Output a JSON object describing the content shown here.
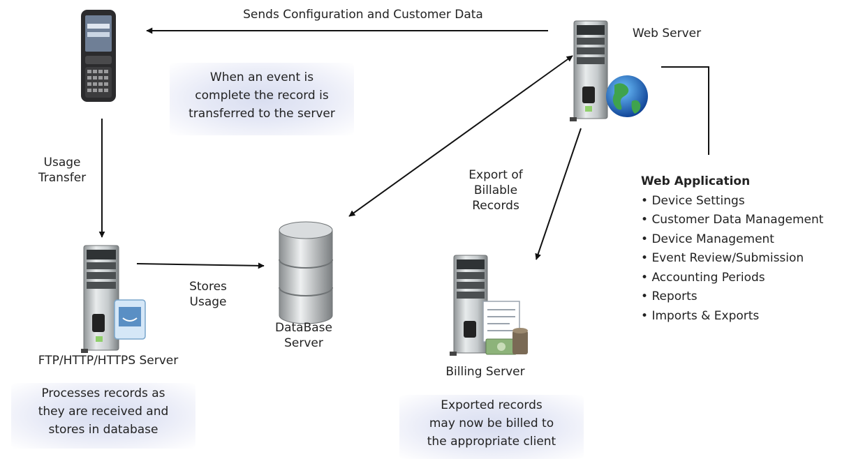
{
  "labels": {
    "sends_config": "Sends Configuration and Customer Data",
    "web_server": "Web Server",
    "usage_transfer": "Usage\nTransfer",
    "stores_usage": "Stores\nUsage",
    "export_billable": "Export of\nBillable\nRecords",
    "ftp_server": "FTP/HTTP/HTTPS Server",
    "database_server": "DataBase\nServer",
    "billing_server": "Billing Server"
  },
  "notes": {
    "event_complete": "When an event is\ncomplete the record is\ntransferred to the server",
    "processes_records": "Processes records as\nthey are received and\nstores in database",
    "exported_records": "Exported records\nmay now be billed to\nthe appropriate client"
  },
  "web_application": {
    "title": "Web Application",
    "items": [
      "Device Settings",
      "Customer Data Management",
      "Device Management",
      "Event Review/Submission",
      "Accounting Periods",
      "Reports",
      "Imports & Exports"
    ]
  }
}
